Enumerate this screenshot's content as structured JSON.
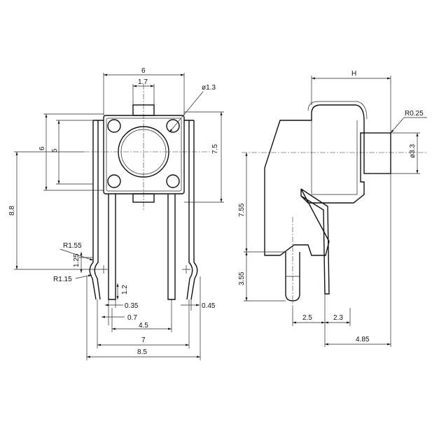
{
  "front_view": {
    "width_label": "6",
    "tab_width_label": "1.7",
    "hole_diameter_label": "ø1.3",
    "body_height_label": "7.5",
    "outer_height_label": "6",
    "inner_height_label": "5",
    "pin_drop_label": "8.8",
    "bend_radius_label": "R1.55",
    "bend_offset_label": "1.25",
    "tip_radius_label": "R1.15",
    "foot_height_label": "1.2",
    "pin_width_a_label": "0.35",
    "pin_width_b_label": "0.7",
    "pin_spacing_label": "4.5",
    "pin_thickness_label": "0.45",
    "outer_pin_span_label": "7",
    "total_width_label": "8.5"
  },
  "side_view": {
    "height_label": "H",
    "corner_radius_label": "R0.25",
    "plunger_diameter_label": "ø3.3",
    "center_height_label": "7.55",
    "post_length_label": "3.55",
    "post_offset_label": "2.5",
    "pin_offset_label": "2.3",
    "total_depth_label": "4.85"
  }
}
